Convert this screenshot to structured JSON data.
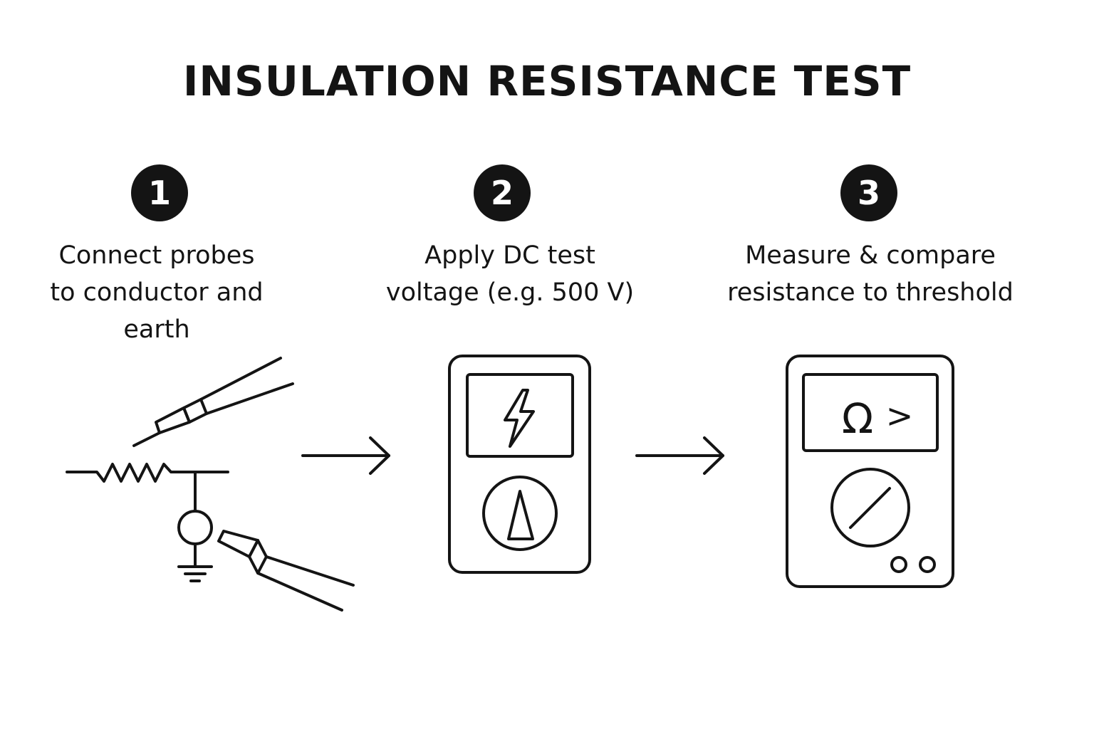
{
  "title": "INSULATION RESISTANCE TEST",
  "steps": [
    {
      "number": "1",
      "text": "Connect probes\nto conductor and\nearth"
    },
    {
      "number": "2",
      "text": "Apply DC test\nvoltage (e.g. 500 V)"
    },
    {
      "number": "3",
      "text": "Measure & compare\nresistance to threshold"
    }
  ],
  "meter_screen": {
    "omega_symbol": "Ω",
    "greater_than_symbol": ">"
  },
  "icons": {
    "probes": "test-probes-icon",
    "resistor": "resistor-icon",
    "earth": "earth-ground-icon",
    "bolt": "lightning-bolt-icon",
    "arrow": "right-arrow-icon"
  },
  "colors": {
    "ink": "#141414",
    "background": "#ffffff"
  }
}
